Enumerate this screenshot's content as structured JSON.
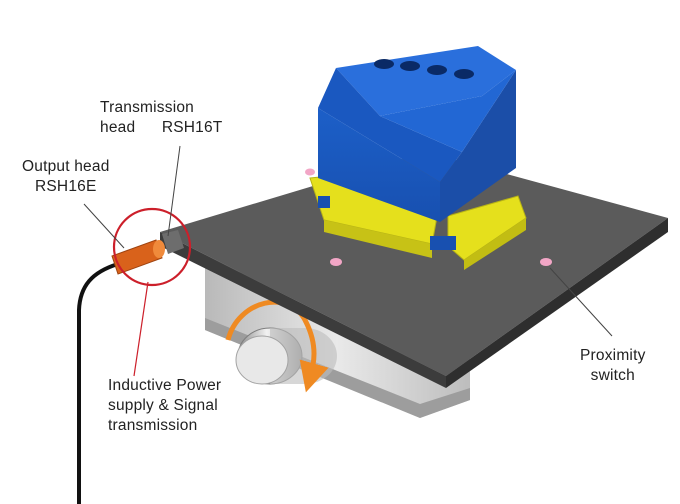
{
  "labels": {
    "transmission_head": {
      "line1": "Transmission",
      "line2_a": "head",
      "line2_b": "RSH16T"
    },
    "output_head": {
      "line1": "Output head",
      "line2": "RSH16E"
    },
    "inductive": {
      "line1": "Inductive Power",
      "line2": "supply & Signal",
      "line3": "transmission"
    },
    "proximity": {
      "line1": "Proximity",
      "line2": "switch"
    }
  },
  "colors": {
    "plate_top": "#5a5a5a",
    "plate_side": "#3a3a3a",
    "clamp_body": "#1c5fc8",
    "jaws": "#e6e21a",
    "cable": "#111111",
    "output_head": "#d9621b",
    "highlight_circle": "#cc1f2a",
    "rotation_arrow": "#ef8a22",
    "base": "#cfcfcf",
    "proximity_marks": "#f2a6c6"
  }
}
